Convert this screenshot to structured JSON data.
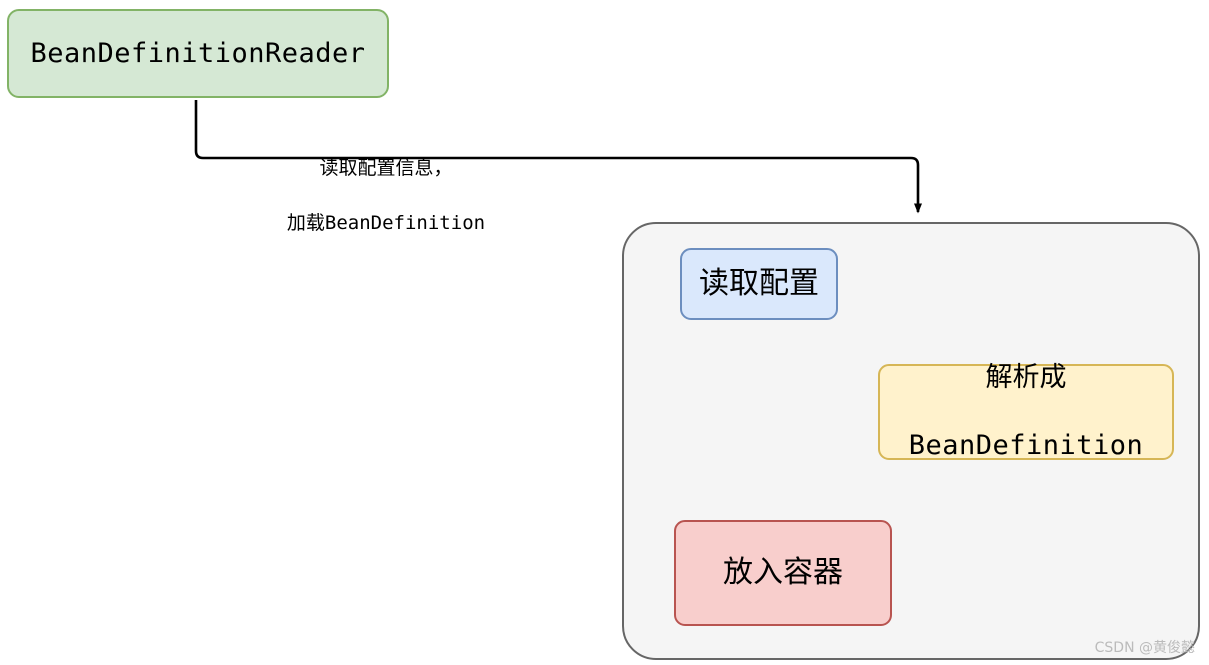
{
  "diagram": {
    "title": "BeanDefinitionReader loading flow",
    "nodes": {
      "reader": {
        "label": "BeanDefinitionReader",
        "fill": "#d5e8d4",
        "stroke": "#82b366"
      },
      "container": {
        "label": "",
        "fill": "#f5f5f5",
        "stroke": "#666666"
      },
      "read_config": {
        "label": "读取配置",
        "fill": "#dae8fc",
        "stroke": "#6c8ebf"
      },
      "parse": {
        "label_line1": "解析成",
        "label_line2": "BeanDefinition",
        "fill": "#fff2cc",
        "stroke": "#d6b656"
      },
      "put_container": {
        "label": "放入容器",
        "fill": "#f8cecc",
        "stroke": "#b85450"
      }
    },
    "edges": {
      "reader_to_container": {
        "label_line1": "读取配置信息，",
        "label_line2": "加载BeanDefinition",
        "stroke": "#000000"
      },
      "read_to_parse": {
        "label": "",
        "stroke": "#000000"
      },
      "parse_to_put": {
        "label": "",
        "stroke": "#000000"
      }
    }
  },
  "watermark": {
    "text": "CSDN @黄俊懿",
    "color": "#bbbbbb"
  }
}
